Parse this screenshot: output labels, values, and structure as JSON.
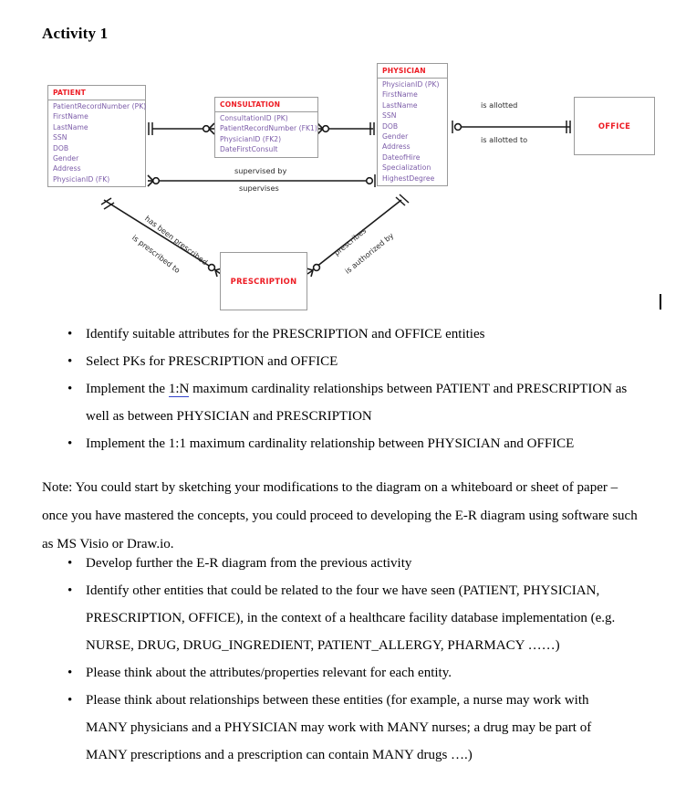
{
  "document": {
    "title": "Activity 1"
  },
  "diagram": {
    "entities": [
      {
        "name": "PATIENT",
        "attributes": [
          "PatientRecordNumber (PK)",
          "FirstName",
          "LastName",
          "SSN",
          "DOB",
          "Gender",
          "Address",
          "PhysicianID (FK)"
        ]
      },
      {
        "name": "CONSULTATION",
        "attributes": [
          "ConsultationID (PK)",
          "PatientRecordNumber (FK1)",
          "PhysicianID (FK2)",
          "DateFirstConsult"
        ]
      },
      {
        "name": "PHYSICIAN",
        "attributes": [
          "PhysicianID (PK)",
          "FirstName",
          "LastName",
          "SSN",
          "DOB",
          "Gender",
          "Address",
          "DateofHire",
          "Specialization",
          "HighestDegree"
        ]
      },
      {
        "name": "OFFICE",
        "attributes": []
      },
      {
        "name": "PRESCRIPTION",
        "attributes": []
      }
    ],
    "relationship_labels": {
      "is_allotted": "is allotted",
      "is_allotted_to": "is allotted to",
      "supervised_by": "supervised by",
      "supervises": "supervises",
      "has_been_prescribed": "has been prescribed",
      "is_prescribed_to": "is prescribed to",
      "prescribes": "prescribes",
      "is_authorized_by": "is authorized by"
    },
    "colors": {
      "entity_title": "#ED1C24",
      "entity_attribute": "#7B5BA8",
      "entity_border": "#9A9A9A",
      "connector": "#000000"
    }
  },
  "activity1_bullets": [
    "Identify suitable attributes for the PRESCRIPTION and OFFICE entities",
    "Select PKs for PRESCRIPTION and OFFICE",
    "Implement the 1:N maximum cardinality relationships between PATIENT and PRESCRIPTION as well as between PHYSICIAN and PRESCRIPTION",
    "Implement the 1:1 maximum cardinality relationship between PHYSICIAN and OFFICE"
  ],
  "bullet3_parts": {
    "before": "Implement the ",
    "marked": "1:N",
    "after": " maximum cardinality relationships between PATIENT and PRESCRIPTION as well as between PHYSICIAN and PRESCRIPTION"
  },
  "note": "Note: You could start by sketching your modifications to the diagram on a whiteboard or sheet of paper – once you have mastered the concepts, you could proceed to developing the E-R diagram using software such as MS Visio or Draw.io.",
  "activity2_bullets": [
    "Develop further the E-R diagram from the previous activity",
    "Identify other entities that could be related to the four we have seen (PATIENT, PHYSICIAN, PRESCRIPTION, OFFICE), in the context of a healthcare facility database implementation (e.g. NURSE, DRUG, DRUG_INGREDIENT, PATIENT_ALLERGY, PHARMACY ……)",
    "Please think about the attributes/properties relevant for each entity.",
    "Please think about relationships between these entities (for example, a nurse may work with MANY physicians and a PHYSICIAN may work with MANY nurses; a drug may be part of MANY prescriptions and a prescription can contain MANY drugs ….)"
  ]
}
